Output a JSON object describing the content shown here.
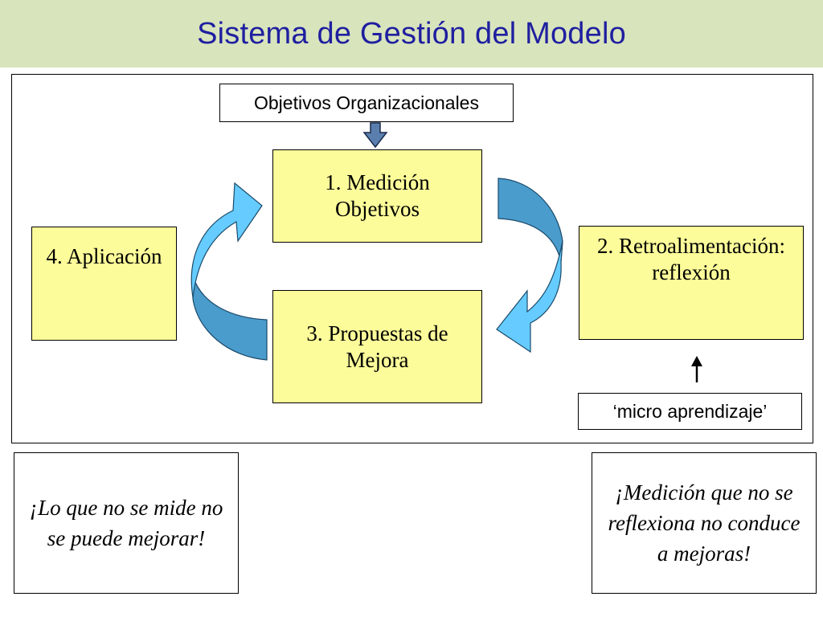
{
  "title": "Sistema de Gestión del Modelo",
  "nodes": {
    "objetivos": "Objetivos Organizacionales",
    "medicion": "1. Medición Objetivos",
    "retro": "2. Retroalimentación: reflexión",
    "propuestas": "3. Propuestas de Mejora",
    "aplicacion": "4. Aplicación",
    "micro": "‘micro aprendizaje’"
  },
  "quotes": {
    "left": "¡Lo que no se mide no se puede mejorar!",
    "right": "¡Medición que no se reflexiona no conduce a mejoras!"
  },
  "colors": {
    "title_bg": "#d8e4bc",
    "title_text": "#1f1fa0",
    "box_fill": "#fcfc9a",
    "arrow_light": "#66ccff",
    "arrow_dark": "#4a9ccc"
  }
}
